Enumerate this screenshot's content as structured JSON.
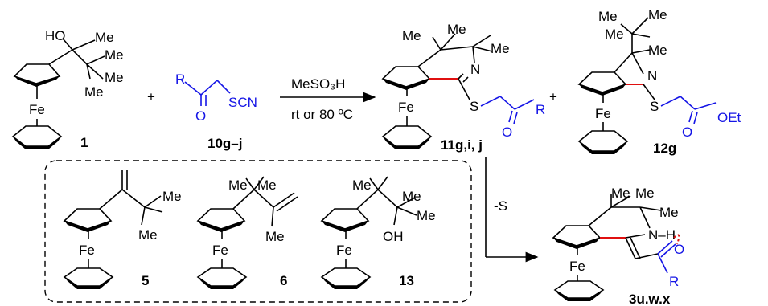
{
  "reaction": {
    "compound_1": {
      "label": "1",
      "substituents": {
        "oh": "HO",
        "me1": "Me",
        "me2": "Me",
        "me3": "Me",
        "me4": "Me"
      },
      "metal": "Fe"
    },
    "plus_1": "+",
    "compound_10": {
      "label": "10g–j",
      "r": "R",
      "o": "O",
      "scn": "SCN"
    },
    "conditions": {
      "reagent": "MeSO₃H",
      "temperature": "rt or 80 ºC"
    },
    "compound_11": {
      "label": "11g,i, j",
      "me1": "Me",
      "me2": "Me",
      "me3": "Me",
      "n": "N",
      "s": "S",
      "o": "O",
      "r": "R",
      "metal": "Fe"
    },
    "plus_2": "+",
    "compound_12": {
      "label": "12g",
      "me1": "Me",
      "me2": "Me",
      "me3": "Me",
      "me4": "Me",
      "n": "N",
      "s": "S",
      "o": "O",
      "oet": "OEt",
      "metal": "Fe"
    },
    "second_step": {
      "reagent": "-S"
    },
    "compound_3": {
      "label": "3u.w.x",
      "me1": "Me",
      "me2": "Me",
      "me3": "Me",
      "nh": "N–H",
      "o": "O",
      "r": "R",
      "metal": "Fe"
    }
  },
  "byproducts_box": {
    "compound_5": {
      "label": "5",
      "me1": "Me",
      "me2": "Me",
      "metal": "Fe"
    },
    "compound_6": {
      "label": "6",
      "me1": "Me",
      "me2": "Me",
      "me3": "Me",
      "metal": "Fe"
    },
    "compound_13": {
      "label": "13",
      "me1": "Me",
      "me2": "Me",
      "me3": "Me",
      "oh": "OH",
      "metal": "Fe"
    }
  },
  "colors": {
    "black": "#000000",
    "blue": "#1515e6",
    "red": "#e01010"
  }
}
